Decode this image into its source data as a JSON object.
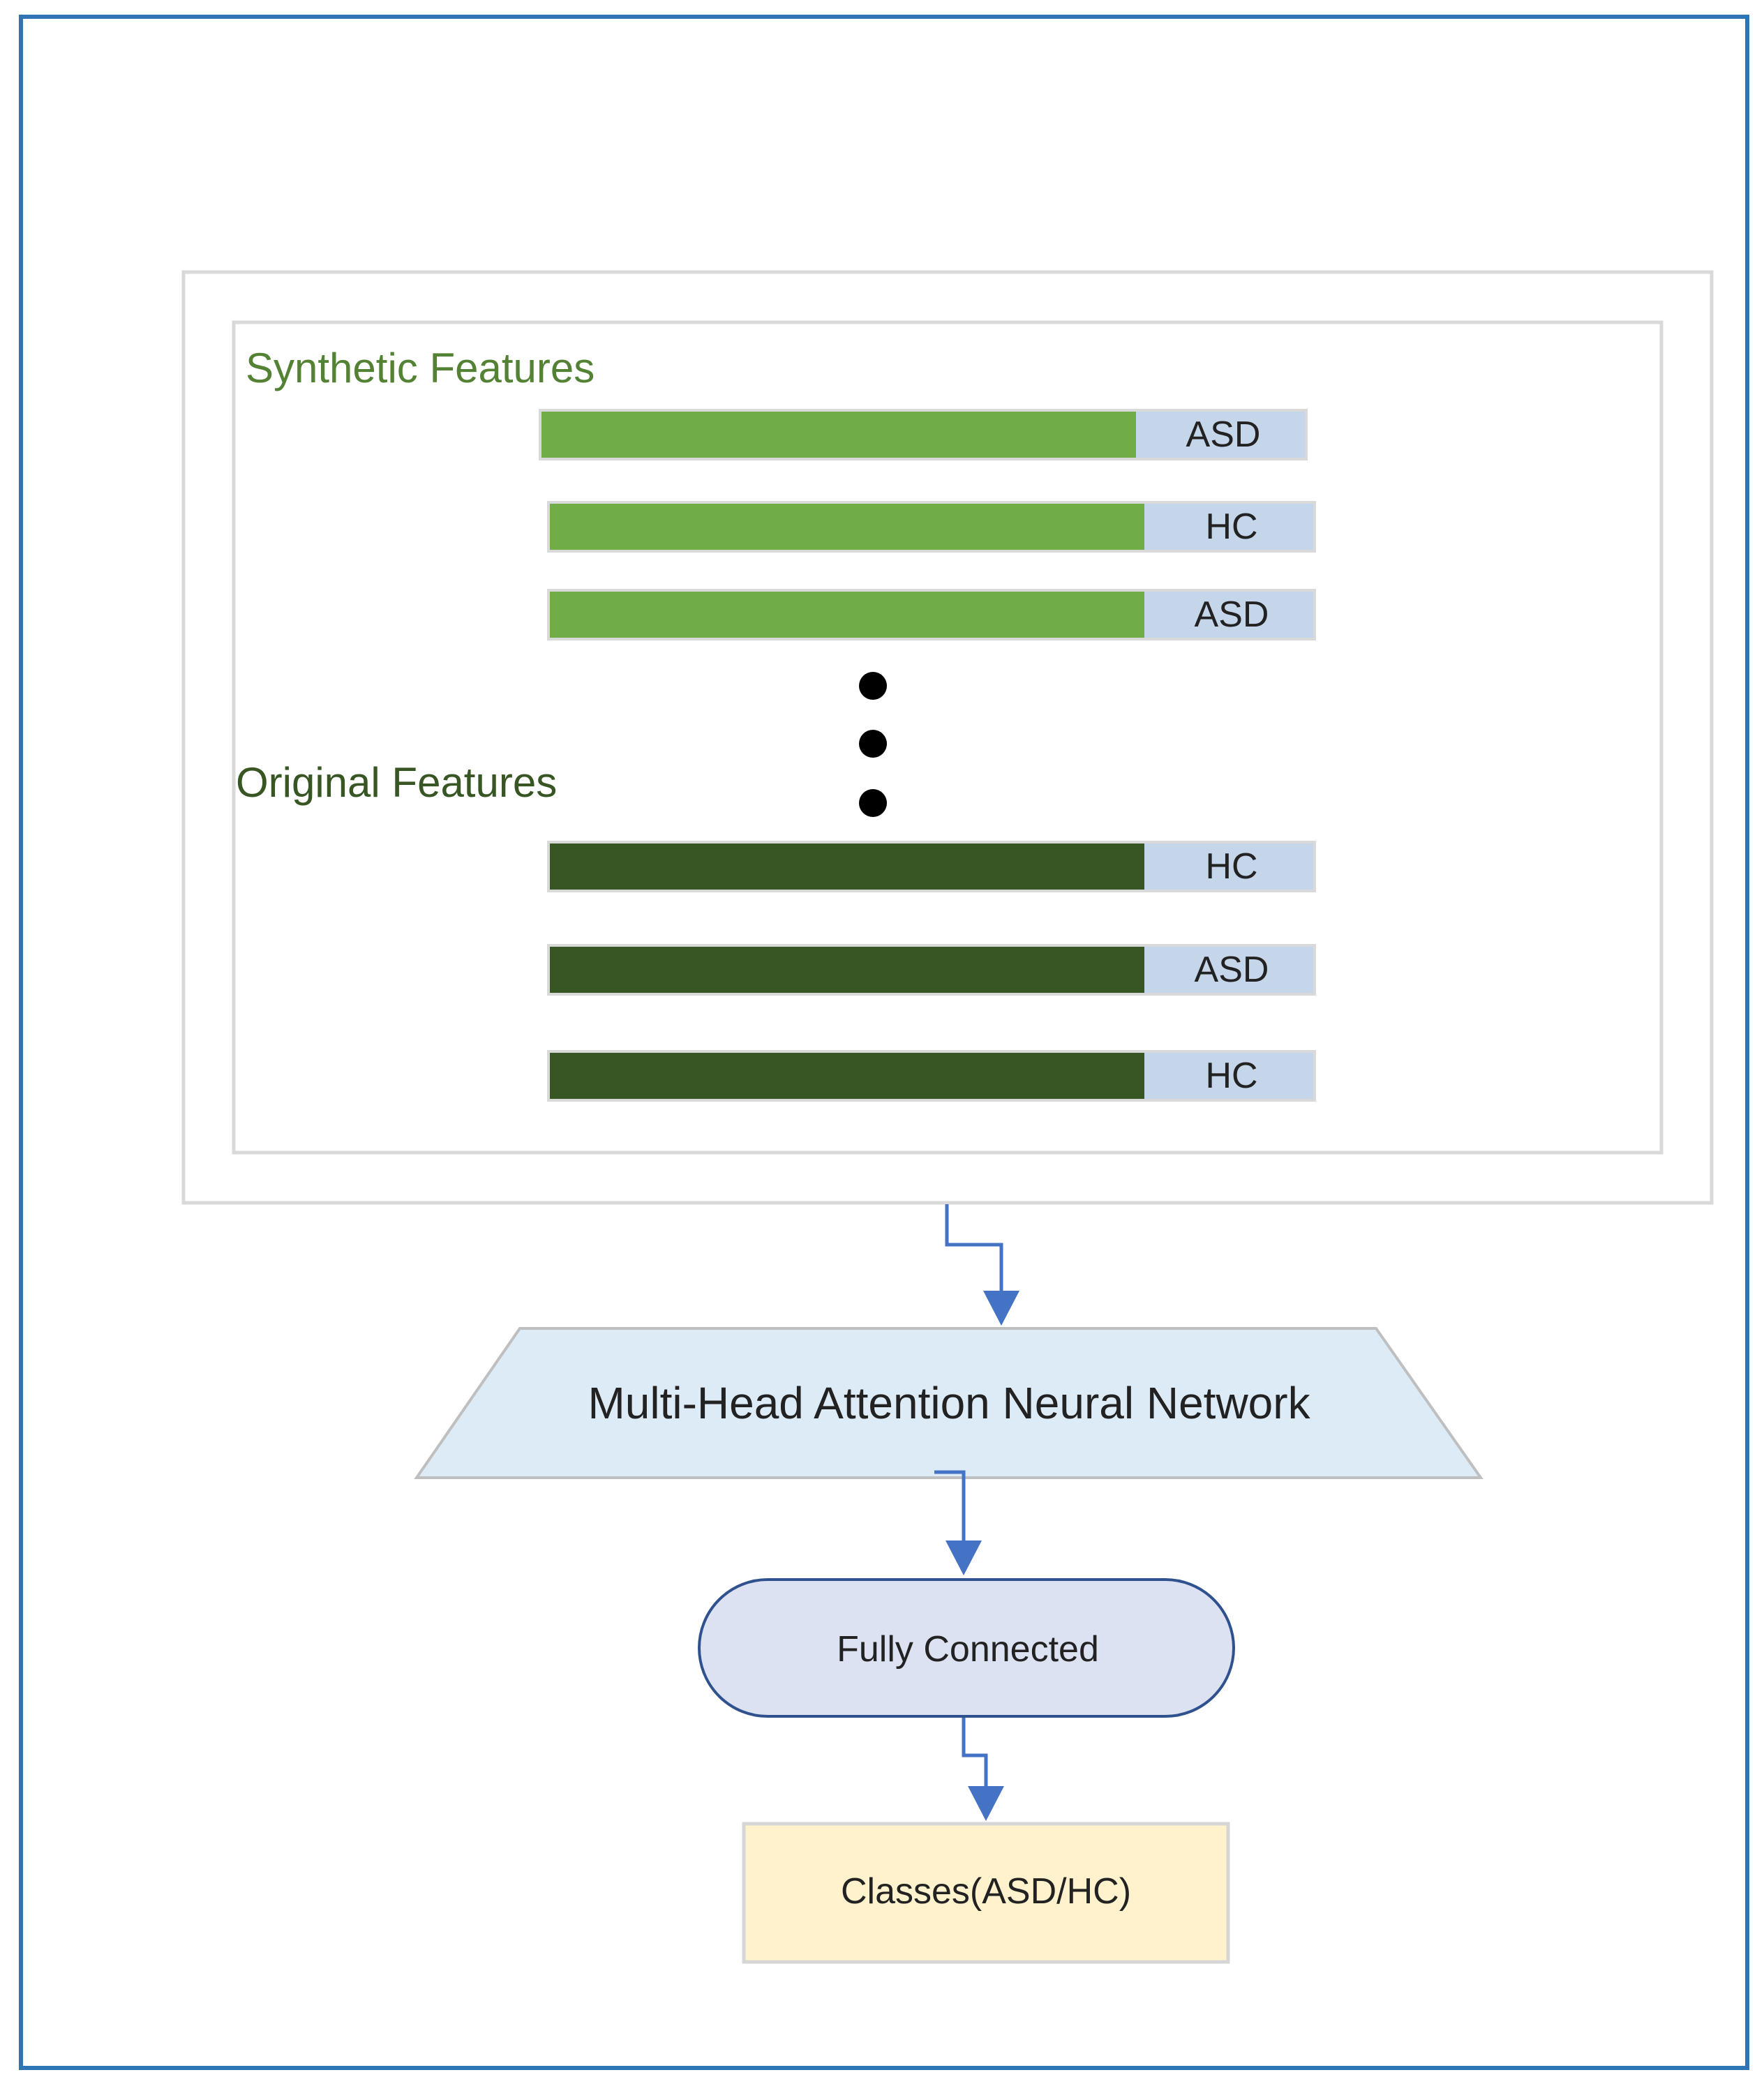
{
  "colors": {
    "outer_border": "#2E75B6",
    "panel_border": "#D9D9D9",
    "synthetic_bar": "#70AD47",
    "original_bar": "#375623",
    "label_cell": "#C5D5EA",
    "label_text": "#222222",
    "heading_text": "#548235",
    "arrow": "#4472C4",
    "trapezoid_fill": "#DDEBF7",
    "trapezoid_border": "#BFBFBF",
    "fc_fill": "#DCE2F2",
    "fc_border": "#2F528F",
    "classes_fill": "#FFF2CC",
    "classes_border": "#D6D6D6",
    "dots": "#000000"
  },
  "sections": {
    "synthetic_title": "Synthetic Features",
    "original_title": "Original Features"
  },
  "synthetic_rows": [
    {
      "label": "ASD"
    },
    {
      "label": "HC"
    },
    {
      "label": "ASD"
    }
  ],
  "original_rows": [
    {
      "label": "HC"
    },
    {
      "label": "ASD"
    },
    {
      "label": "HC"
    }
  ],
  "nodes": {
    "attention": "Multi-Head Attention Neural Network",
    "fully_connected": "Fully Connected",
    "classes": "Classes(ASD/HC)"
  }
}
